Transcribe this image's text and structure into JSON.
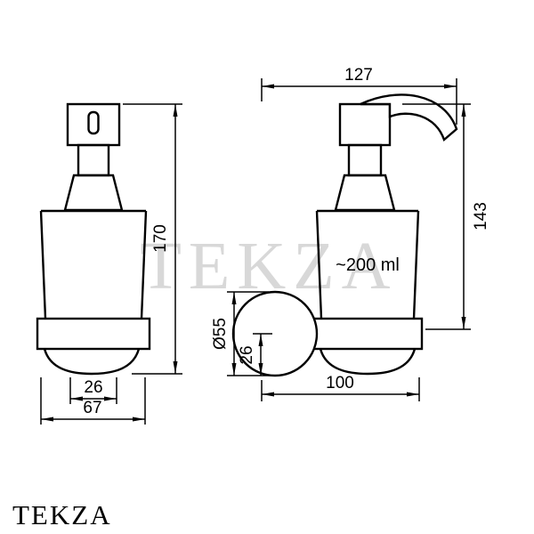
{
  "watermark": {
    "text": "TEKZA",
    "color": "#d8d8d8"
  },
  "brand": {
    "text": "TEKZA",
    "color": "#000000"
  },
  "drawing": {
    "labels": {
      "volume": "~200 ml"
    },
    "dimensions": {
      "overall_height": "170",
      "base_flat_width": "26",
      "base_width": "67",
      "overall_depth": "127",
      "height_to_plate": "143",
      "plate_diameter": "Ø55",
      "plate_to_base": "26",
      "body_depth": "100"
    },
    "line_color": "#000000"
  }
}
